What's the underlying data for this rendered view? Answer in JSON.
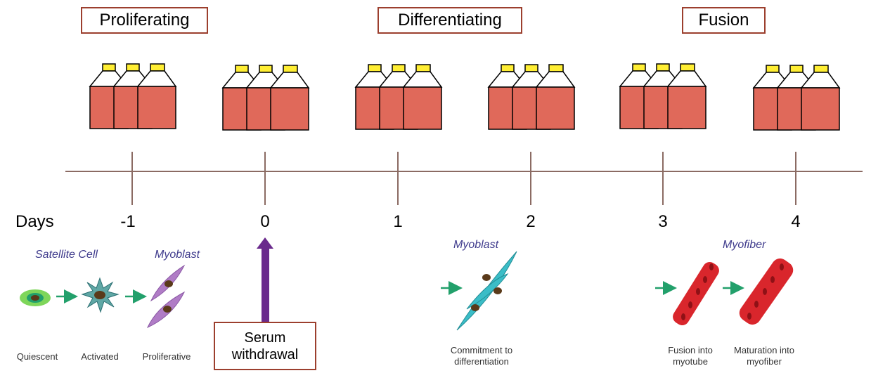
{
  "phases": [
    {
      "label": "Proliferating"
    },
    {
      "label": "Differentiating"
    },
    {
      "label": "Fusion"
    }
  ],
  "timeline": {
    "days_label": "Days",
    "ticks": [
      "-1",
      "0",
      "1",
      "2",
      "3",
      "4"
    ]
  },
  "stages": {
    "satellite_title": "Satellite Cell",
    "myoblast_title": "Myoblast",
    "myoblast2_title": "Myoblast",
    "myofiber_title": "Myofiber",
    "captions": {
      "quiescent": "Quiescent",
      "activated": "Activated",
      "proliferative": "Proliferative",
      "commitment_line1": "Commitment to",
      "commitment_line2": "differentiation",
      "fusion_line1": "Fusion into",
      "fusion_line2": "myotube",
      "maturation_line1": "Maturation into",
      "maturation_line2": "myofiber"
    }
  },
  "event": {
    "line1": "Serum",
    "line2": "withdrawal"
  },
  "colors": {
    "flask_body": "#e0695a",
    "flask_cap": "#ffee33",
    "axis": "#8b6b63",
    "box_border": "#9c3f2e",
    "arrow": "#6a2a8c",
    "cell_green": "#22a06b",
    "myoblast_purple": "#b07cc6",
    "myoblast_teal": "#3bbdc7",
    "myofiber_red": "#d9262c"
  }
}
